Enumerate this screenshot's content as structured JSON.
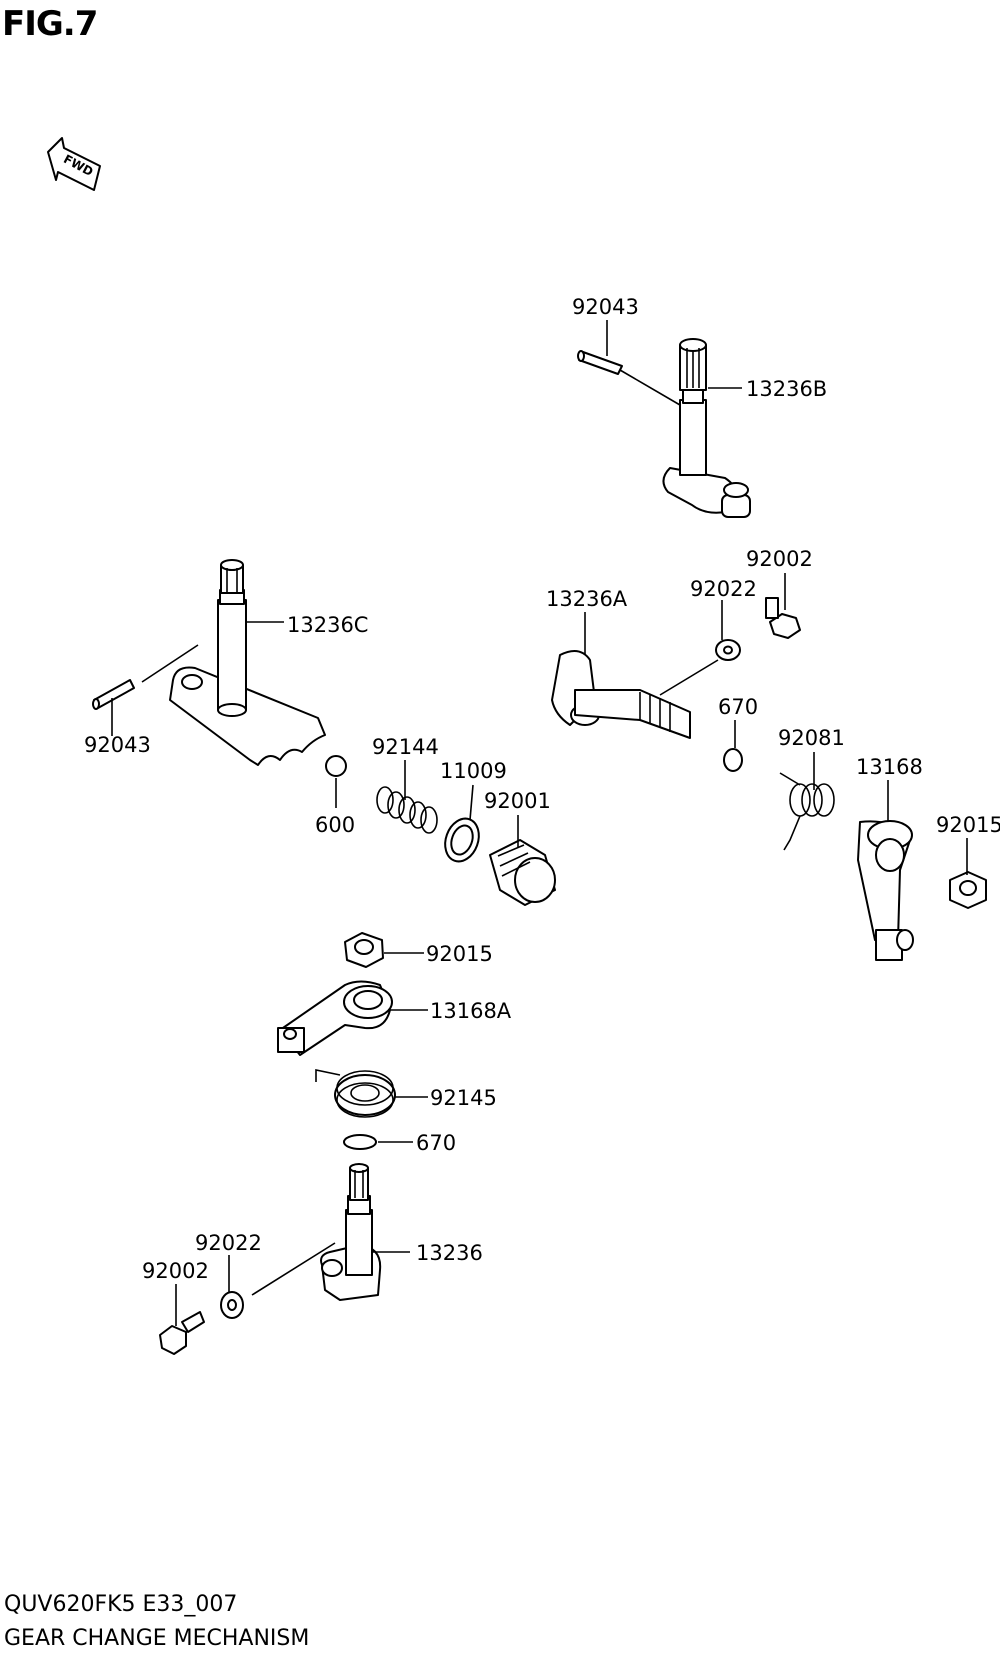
{
  "figure": {
    "title": "FIG.7",
    "fwd_label": "FWD"
  },
  "labels": {
    "p92043_top": "92043",
    "p13236B": "13236B",
    "p92002_top": "92002",
    "p92022_top": "92022",
    "p13236A": "13236A",
    "p13236C": "13236C",
    "p670_top": "670",
    "p92081": "92081",
    "p13168": "13168",
    "p92015_right": "92015",
    "p92043_left": "92043",
    "p92144": "92144",
    "p11009": "11009",
    "p92001": "92001",
    "p600": "600",
    "p92015_mid": "92015",
    "p13168A": "13168A",
    "p92145": "92145",
    "p670_bottom": "670",
    "p92022_bottom": "92022",
    "p92002_bottom": "92002",
    "p13236": "13236"
  },
  "footer": {
    "model_code": "QUV620FK5 E33_007",
    "section_name": "GEAR CHANGE MECHANISM"
  }
}
